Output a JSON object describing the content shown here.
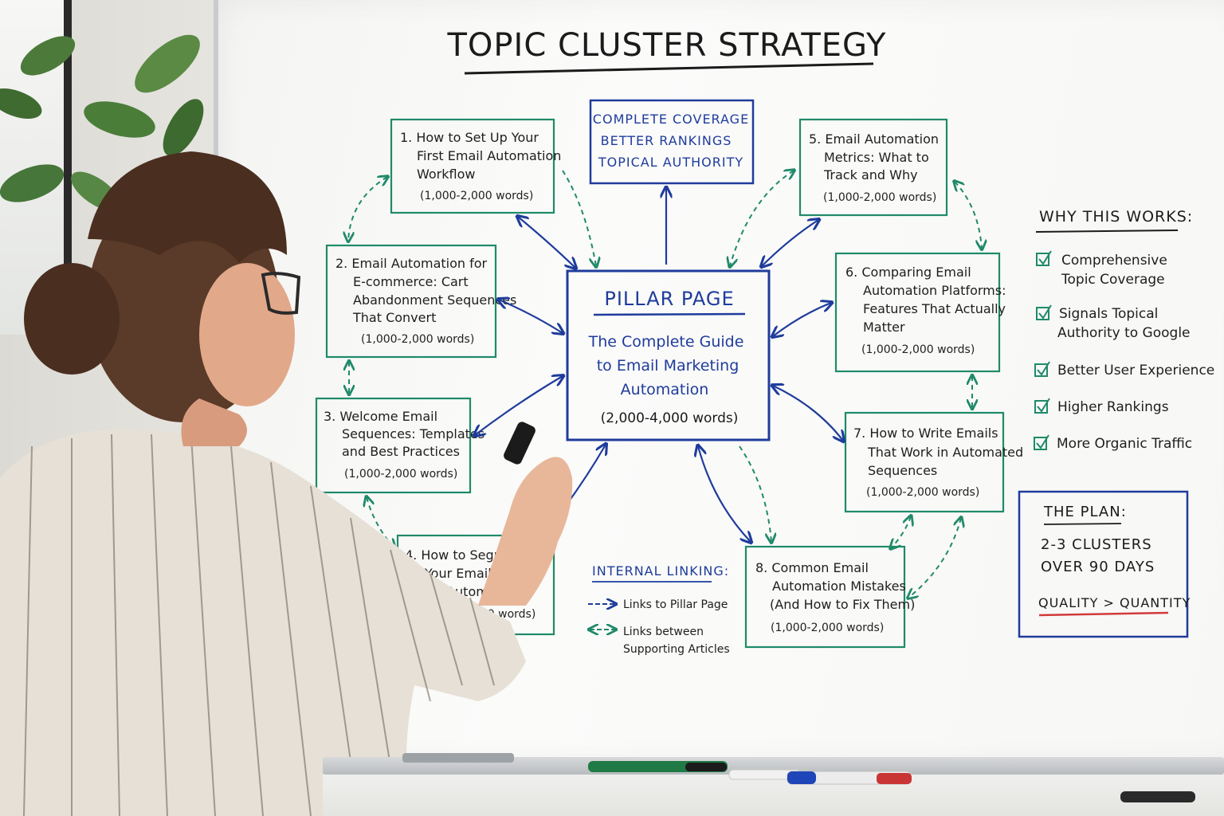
{
  "title": "TOPIC CLUSTER STRATEGY",
  "benefits_box": [
    "COMPLETE COVERAGE",
    "BETTER RANKINGS",
    "TOPICAL AUTHORITY"
  ],
  "pillar": {
    "heading": "PILLAR PAGE",
    "lines": [
      "The Complete Guide",
      "to Email Marketing",
      "Automation"
    ],
    "words": "(2,000-4,000 words)"
  },
  "clusters": [
    {
      "lines": [
        "1. How to Set Up Your",
        "First Email Automation",
        "Workflow"
      ],
      "words": "(1,000-2,000 words)"
    },
    {
      "lines": [
        "2. Email Automation for",
        "E-commerce: Cart",
        "Abandonment Sequences",
        "That Convert"
      ],
      "words": "(1,000-2,000 words)"
    },
    {
      "lines": [
        "3. Welcome Email",
        "Sequences: Templates",
        "and Best Practices"
      ],
      "words": "(1,000-2,000 words)"
    },
    {
      "lines": [
        "4. How to Segment",
        "Your Email List",
        "for Automation"
      ],
      "words": "(1,000-2,000 words)"
    },
    {
      "lines": [
        "5. Email Automation",
        "Metrics: What to",
        "Track and Why"
      ],
      "words": "(1,000-2,000 words)"
    },
    {
      "lines": [
        "6. Comparing Email",
        "Automation Platforms:",
        "Features That Actually",
        "Matter"
      ],
      "words": "(1,000-2,000 words)"
    },
    {
      "lines": [
        "7. How to Write Emails",
        "That Work in Automated",
        "Sequences"
      ],
      "words": "(1,000-2,000 words)"
    },
    {
      "lines": [
        "8. Common Email",
        "Automation Mistakes",
        "(And How to Fix Them)"
      ],
      "words": "(1,000-2,000 words)"
    }
  ],
  "legend": {
    "title": "INTERNAL LINKING:",
    "items": [
      {
        "lines": [
          "Links to Pillar Page"
        ]
      },
      {
        "lines": [
          "Links between",
          "Supporting Articles"
        ]
      }
    ]
  },
  "why": {
    "title": "WHY THIS WORKS:",
    "items": [
      [
        "Comprehensive",
        "Topic Coverage"
      ],
      [
        "Signals Topical",
        "Authority to Google"
      ],
      [
        "Better User Experience"
      ],
      [
        "Higher Rankings"
      ],
      [
        "More Organic Traffic"
      ]
    ]
  },
  "plan": {
    "title": "THE PLAN:",
    "lines": [
      "2-3 CLUSTERS",
      "OVER 90 DAYS"
    ],
    "quality": "QUALITY > QUANTITY"
  },
  "colors": {
    "blue": "#1f3c9c",
    "green": "#1f8a6a",
    "red": "#d23a3a",
    "ink": "#1b1b1b"
  }
}
